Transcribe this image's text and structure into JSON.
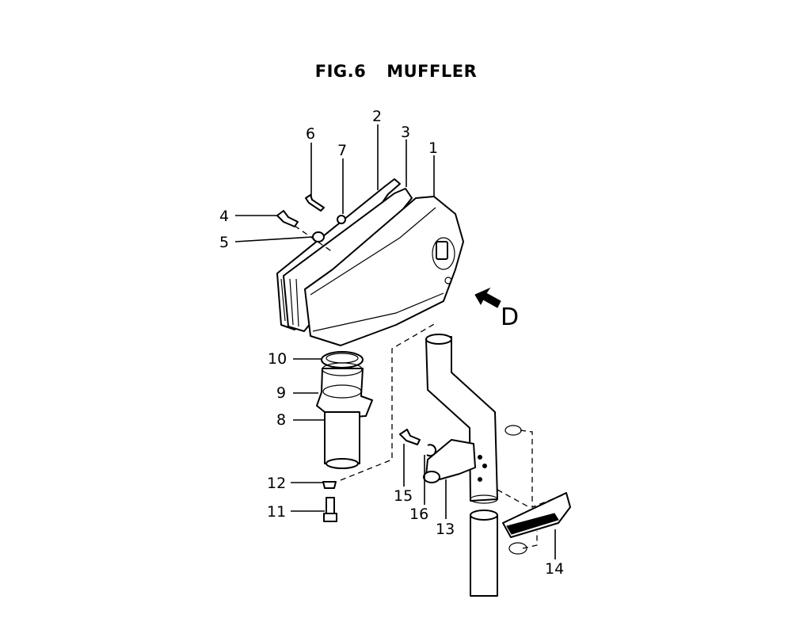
{
  "figure": {
    "number": "FIG.6",
    "title": "MUFFLER"
  },
  "view_marker": "D",
  "callouts": [
    "1",
    "2",
    "3",
    "4",
    "5",
    "6",
    "7",
    "8",
    "9",
    "10",
    "11",
    "12",
    "13",
    "14",
    "15",
    "16"
  ]
}
